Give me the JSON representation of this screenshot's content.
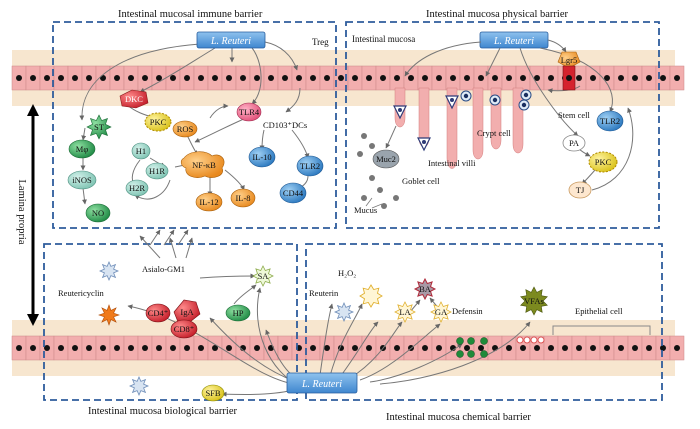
{
  "panels": {
    "immune": "Intestinal mucosal immune barrier",
    "physical": "Intestinal mucosa physical barrier",
    "biological": "Intestinal mucosa biological barrier",
    "chemical": "Intestinal mucosa chemical barrier"
  },
  "lamina_propria": "Lamina propria",
  "reuteri": "L. Reuteri",
  "immune_nodes": {
    "treg": "Treg",
    "dkc": "DKC",
    "pkc": "PKC",
    "st": "ST",
    "mo": "Mφ",
    "inos": "iNOS",
    "no": "NO",
    "h1": "H1",
    "h1r": "H1R",
    "h2r": "H2R",
    "ros": "ROS",
    "nfkb": "NF-κB",
    "il12": "IL-12",
    "il8": "IL-8",
    "tlr4": "TLR4",
    "cd103": "CD103⁺DCs",
    "il10": "IL-10",
    "tlr2": "TLR2",
    "cd44": "CD44"
  },
  "physical_nodes": {
    "intestinal_mucosa": "Intestinal mucosa",
    "lgr5": "Lgr5",
    "stem_cell": "Stem cell",
    "crypt_cell": "Crypt cell",
    "tlr2": "TLR2",
    "pa": "PA",
    "pkc": "PKC",
    "tj": "TJ",
    "muc2": "Muc2",
    "intestinal_villi": "Intestinal villi",
    "goblet_cell": "Goblet cell",
    "mucus": "Mucus"
  },
  "biological_nodes": {
    "asialo": "Asialo-GM1",
    "sa": "SA",
    "reutericyclin": "Reutericyclin",
    "cd4": "CD4⁺",
    "iga": "IgA",
    "cd8": "CD8⁺",
    "hp": "HP",
    "sfb": "SFB"
  },
  "chemical_nodes": {
    "h2o2": "H₂O₂",
    "reuterin": "Reuterin",
    "ba": "BA",
    "la": "LA",
    "ga": "GA",
    "defensin": "Defensin",
    "vfas": "VFAs",
    "epithelial_cell": "Epithelial cell"
  },
  "colors": {
    "band": "#f7e6cf",
    "cells": "#f2aeae",
    "panel_border": "#2e5c9c",
    "reuteri_box": "#5b9bd5"
  }
}
